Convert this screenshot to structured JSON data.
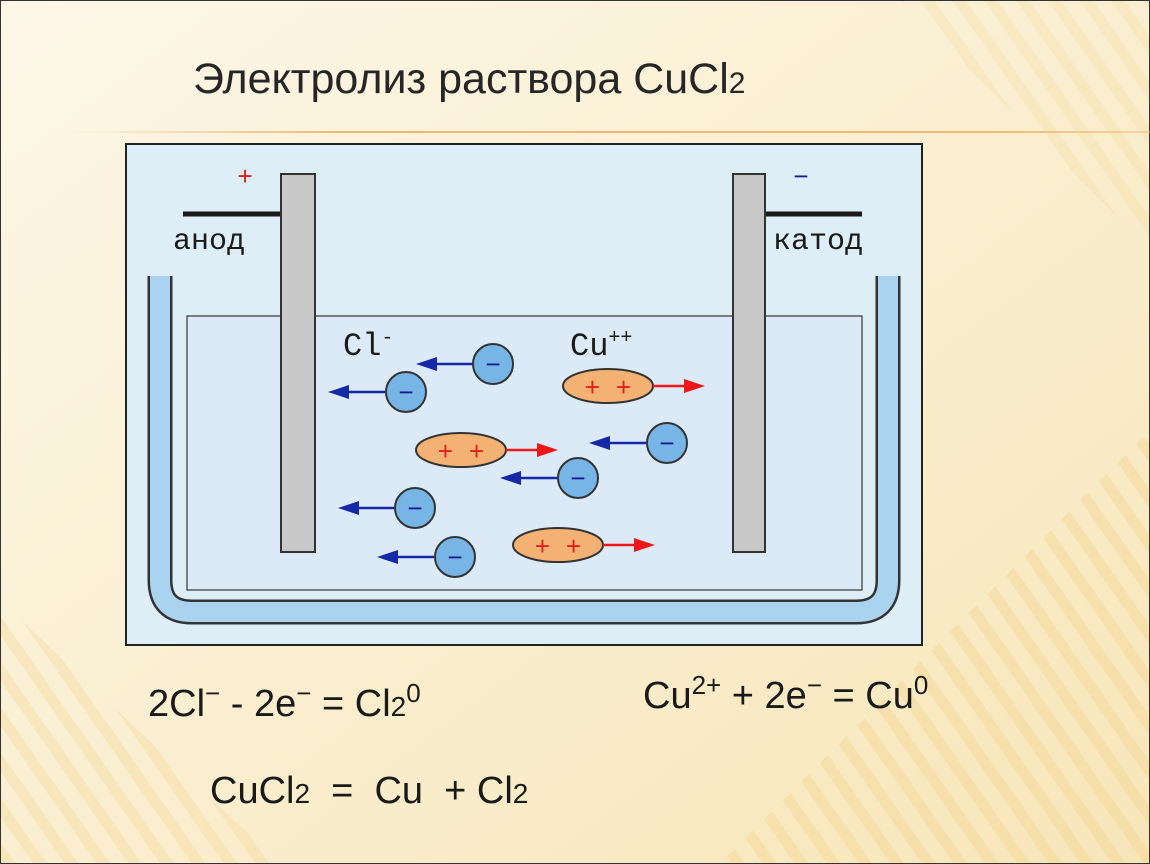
{
  "title": {
    "main": "Электролиз раствора CuCl",
    "sub": "2"
  },
  "diagram": {
    "anode": {
      "label": "анод",
      "sign": "+"
    },
    "cathode": {
      "label": "катод",
      "sign": "−"
    },
    "anion_label": {
      "main": "Cl",
      "sup": "-"
    },
    "cation_label": {
      "main": "Cu",
      "sup": "++"
    },
    "anion_symbol": "−",
    "cation_symbol": "+ +"
  },
  "equations": {
    "anode": {
      "a": "2Cl",
      "a_sup": "−",
      "b": " - 2e",
      "b_sup": "−",
      "c": " = Cl",
      "c_sub": "2",
      "c_sup": "0"
    },
    "cathode": {
      "a": "Cu",
      "a_sup": "2+",
      "b": " + 2e",
      "b_sup": "−",
      "c": " = Cu",
      "c_sup": "0"
    },
    "overall": {
      "a": "CuCl",
      "a_sub": "2",
      "b": "  =  Cu  + Cl",
      "b_sub": "2"
    }
  },
  "colors": {
    "solution": "#dbeaf6",
    "vessel": "#a9d3ef",
    "electrode": "#c8c8c8",
    "anion_fill": "#77b5e6",
    "cation_fill": "#f3b173",
    "plus_sign": "#e0201a",
    "minus_sign": "#1a1a8a",
    "arrow_anion": "#1428a8",
    "arrow_cation": "#ee1818"
  }
}
